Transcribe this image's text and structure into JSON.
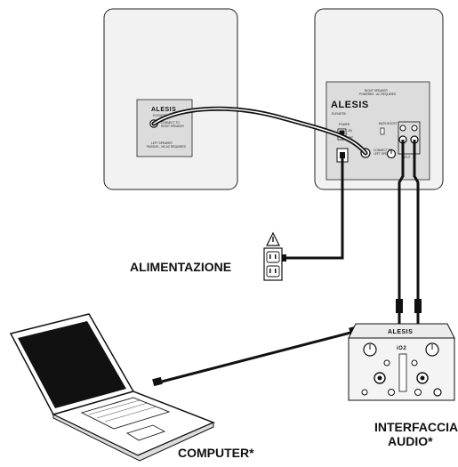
{
  "labels": {
    "power": "ALIMENTAZIONE",
    "computer": "COMPUTER*",
    "audio_interface_line1": "INTERFACCIA",
    "audio_interface_line2": "AUDIO*"
  },
  "left_speaker": {
    "brand": "ALESIS",
    "model": "ELEVATE5",
    "panel_text_1": "CONNECT TO",
    "panel_text_2": "RIGHT SPEAKER",
    "panel_text_3": "LEFT SPEAKER",
    "panel_text_4": "PASSIVE - NO AC REQUIRED"
  },
  "right_speaker": {
    "header_1": "RIGHT SPEAKER",
    "header_2": "POWERED - AC REQUIRED",
    "brand": "ALESIS",
    "model": "ELEVATE5",
    "power_label": "POWER",
    "on_label": "ON",
    "off_label": "OFF",
    "bass_label": "BASS BOOST",
    "connect_label_1": "CONNECT TO",
    "connect_label_2": "LEFT SPEAKER",
    "input_label": "INPUT"
  },
  "interface": {
    "brand": "ALESIS",
    "model": "iO2"
  },
  "colors": {
    "line": "#111111",
    "panel": "#dcdcdc",
    "speaker_fill": "#f0f0f0",
    "screen": "#111111"
  }
}
